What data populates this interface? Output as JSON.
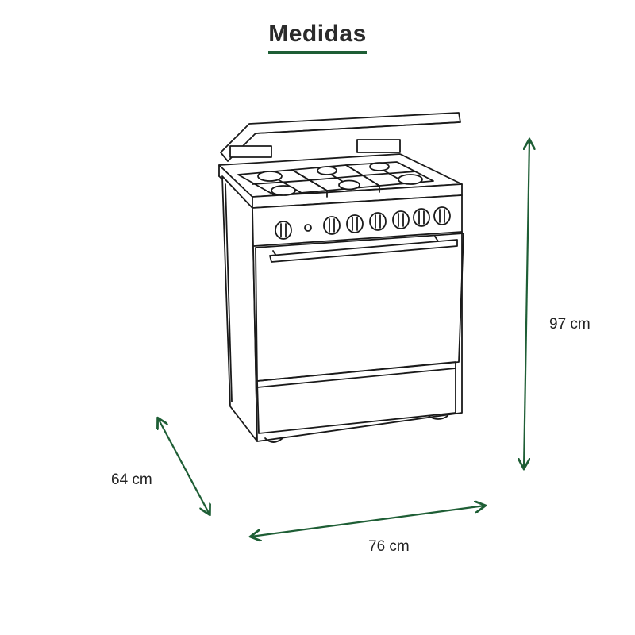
{
  "title": "Medidas",
  "dimensions": {
    "height": "97 cm",
    "depth": "64 cm",
    "width": "76 cm"
  },
  "colors": {
    "accent": "#1e5e35",
    "line": "#1a1a1a",
    "text": "#2b2b2b"
  },
  "icons": {
    "appliance": "gas-stove-line-drawing"
  }
}
